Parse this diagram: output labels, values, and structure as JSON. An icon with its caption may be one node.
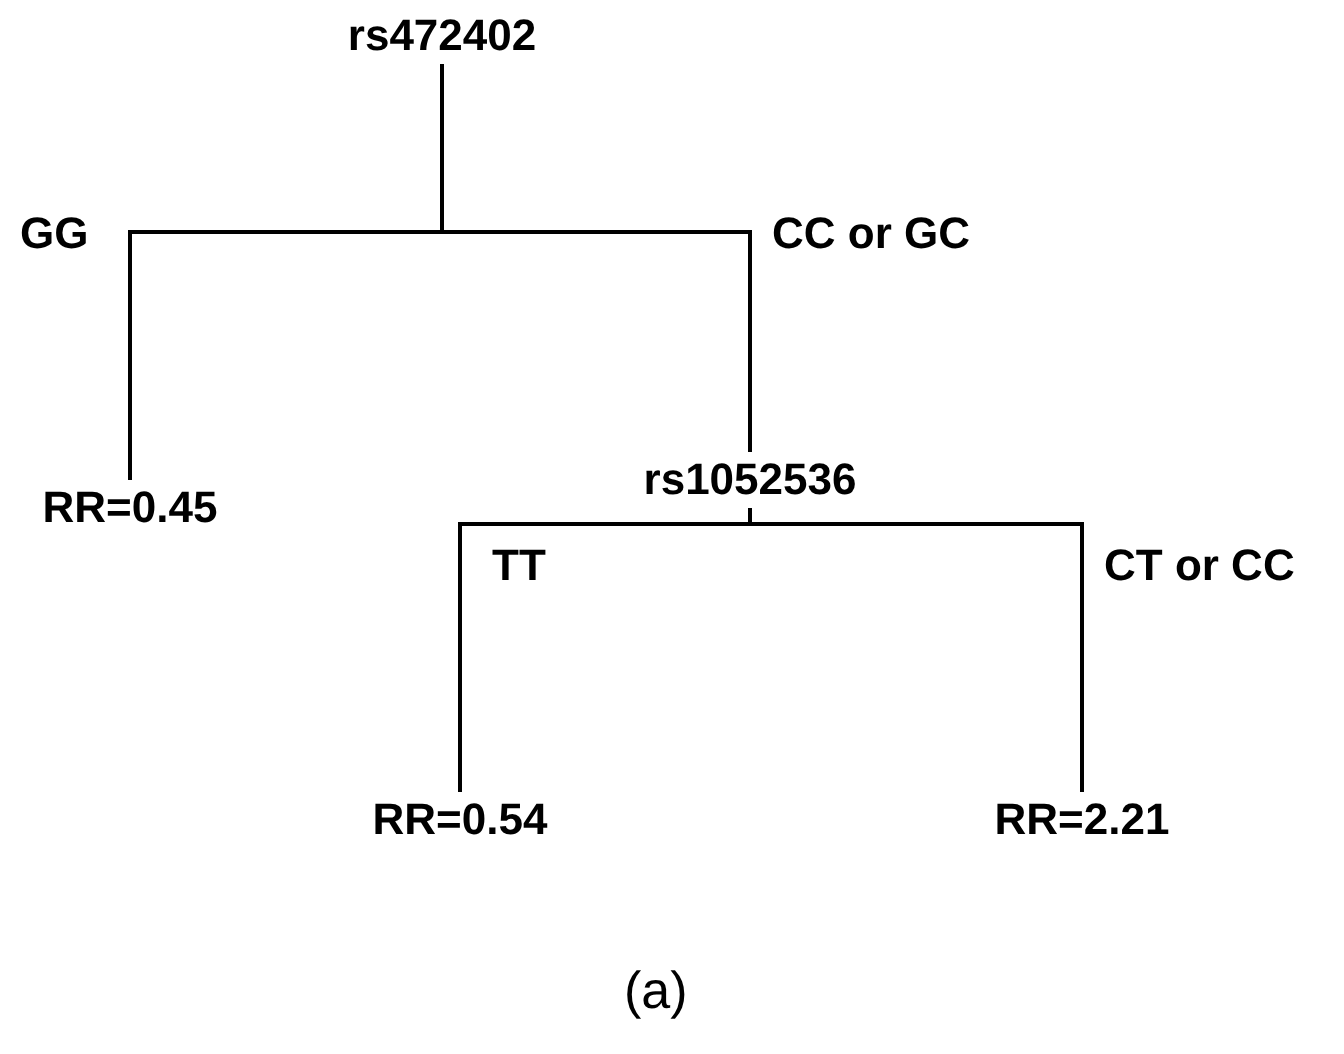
{
  "diagram": {
    "caption": "(a)",
    "nodes": [
      {
        "text": [
          "rs472402"
        ]
      },
      {
        "text": [
          "rs1052536"
        ]
      },
      {
        "text": [
          "RR=0.45"
        ]
      },
      {
        "text": [
          "RR=0.54"
        ]
      },
      {
        "text": [
          "RR=2.21"
        ]
      }
    ],
    "edges": [
      {
        "from": 0,
        "to": 2,
        "arrow": "none",
        "label": "GG"
      },
      {
        "from": 0,
        "to": 1,
        "arrow": "none",
        "label": "CC or GC"
      },
      {
        "from": 1,
        "to": 3,
        "arrow": "none",
        "label": "TT"
      },
      {
        "from": 1,
        "to": 4,
        "arrow": "none",
        "label": "CT or CC"
      }
    ]
  }
}
